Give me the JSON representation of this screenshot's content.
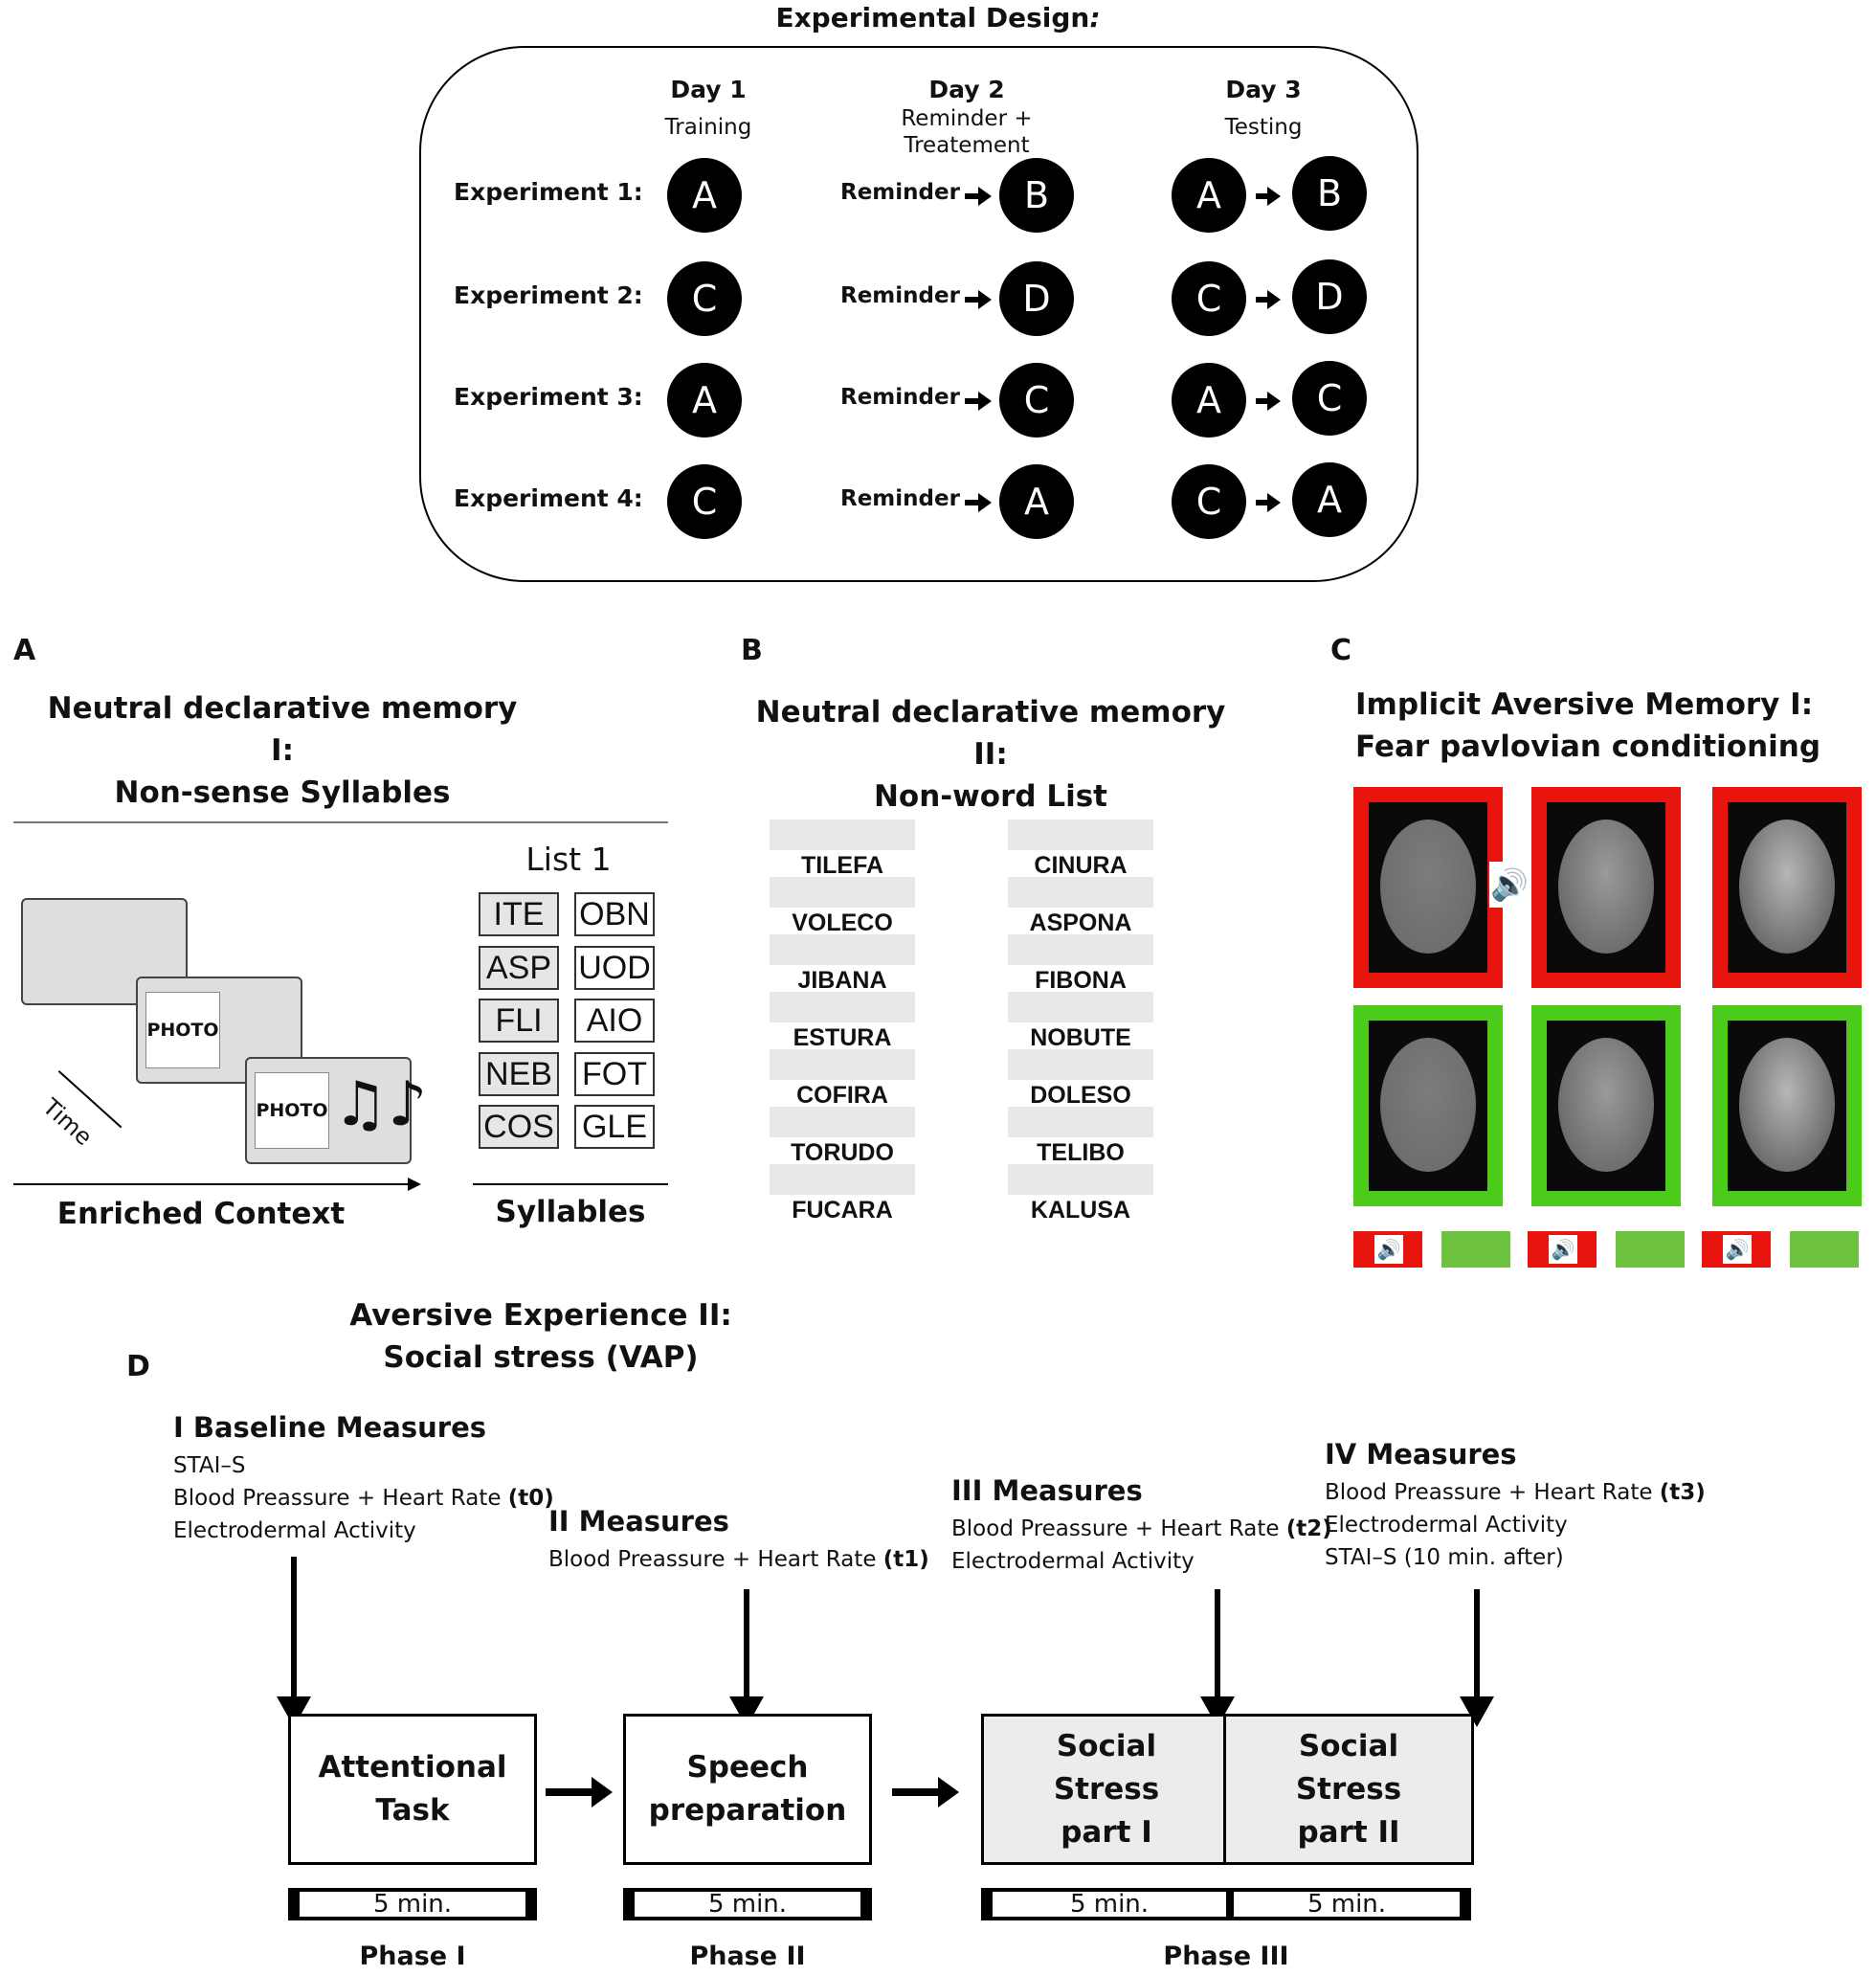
{
  "design": {
    "title": "Experimental Design",
    "title_suffix": ":",
    "days": [
      {
        "day": "Day 1",
        "label": "Training"
      },
      {
        "day": "Day 2",
        "label": "Reminder + Treatement"
      },
      {
        "day": "Day 3",
        "label": "Testing"
      }
    ],
    "reminder_label": "Reminder",
    "experiments": [
      {
        "name": "Experiment 1:",
        "day1": "A",
        "day2": "B",
        "day3": [
          "A",
          "B"
        ]
      },
      {
        "name": "Experiment 2:",
        "day1": "C",
        "day2": "D",
        "day3": [
          "C",
          "D"
        ]
      },
      {
        "name": "Experiment 3:",
        "day1": "A",
        "day2": "C",
        "day3": [
          "A",
          "C"
        ]
      },
      {
        "name": "Experiment 4:",
        "day1": "C",
        "day2": "A",
        "day3": [
          "C",
          "A"
        ]
      }
    ]
  },
  "panelA": {
    "letter": "A",
    "title1": "Neutral declarative memory I:",
    "title2": "Non-sense Syllables",
    "photo_label": "PHOTO",
    "time_label": "Time",
    "list_title": "List 1",
    "syllables": [
      [
        "ITE",
        "OBN"
      ],
      [
        "ASP",
        "UOD"
      ],
      [
        "FLI",
        "AIO"
      ],
      [
        "NEB",
        "FOT"
      ],
      [
        "COS",
        "GLE"
      ]
    ],
    "enriched_label": "Enriched Context",
    "syllables_label": "Syllables"
  },
  "panelB": {
    "letter": "B",
    "title1": "Neutral declarative memory II:",
    "title2": "Non-word List",
    "col1": [
      "TILEFA",
      "VOLECO",
      "JIBANA",
      "ESTURA",
      "COFIRA",
      "TORUDO",
      "FUCARA"
    ],
    "col2": [
      "CINURA",
      "ASPONA",
      "FIBONA",
      "NOBUTE",
      "DOLESO",
      "TELIBO",
      "KALUSA"
    ]
  },
  "panelC": {
    "letter": "C",
    "title1": "Implicit Aversive Memory I:",
    "title2": "Fear pavlovian conditioning",
    "colors": {
      "cs_plus": "#e8150f",
      "cs_minus": "#4dcb1b",
      "cue_green": "#6cc23f"
    }
  },
  "panelD": {
    "letter": "D",
    "title1": "Aversive Experience II:",
    "title2": "Social stress (VAP)",
    "measures": [
      {
        "title": "I Baseline Measures",
        "lines": [
          {
            "text": "STAI–S",
            "bold": ""
          },
          {
            "text": "Blood Preassure + Heart Rate ",
            "bold": "(t0)"
          },
          {
            "text": "Electrodermal Activity",
            "bold": ""
          }
        ]
      },
      {
        "title": "II Measures",
        "lines": [
          {
            "text": "Blood Preassure + Heart Rate ",
            "bold": "(t1)"
          }
        ]
      },
      {
        "title": "III Measures",
        "lines": [
          {
            "text": "Blood Preassure + Heart Rate ",
            "bold": "(t2)"
          },
          {
            "text": "Electrodermal Activity",
            "bold": ""
          }
        ]
      },
      {
        "title": "IV Measures",
        "lines": [
          {
            "text": "Blood Preassure + Heart Rate ",
            "bold": "(t3)"
          },
          {
            "text": "Electrodermal Activity",
            "bold": ""
          },
          {
            "text": "STAI–S (10 min. after)",
            "bold": ""
          }
        ]
      }
    ],
    "boxes": [
      {
        "label": [
          "Attentional",
          "Task"
        ]
      },
      {
        "label": [
          "Speech",
          "preparation"
        ]
      },
      {
        "label": [
          "Social",
          "Stress",
          "part I"
        ]
      },
      {
        "label": [
          "Social",
          "Stress",
          "part II"
        ]
      }
    ],
    "durations": [
      "5 min.",
      "5 min.",
      "5 min.",
      "5 min."
    ],
    "phases": [
      "Phase I",
      "Phase II",
      "Phase III"
    ],
    "colors": {
      "stress_box": "#ececec"
    }
  }
}
